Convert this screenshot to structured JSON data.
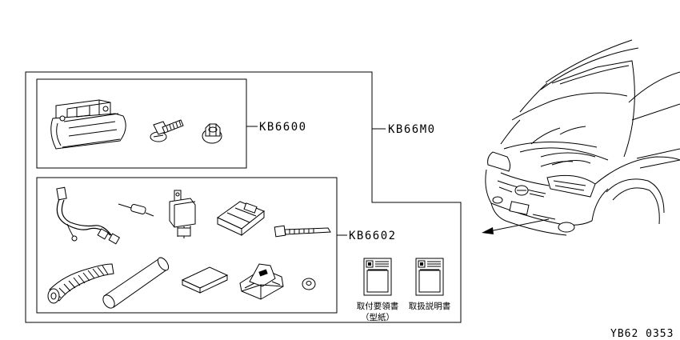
{
  "labels": {
    "kit": "KB66M0",
    "lamp_set": "KB6600",
    "harness_set": "KB6602",
    "doc_install": "取付要領書",
    "doc_template": "（型紙）",
    "doc_manual": "取扱説明書",
    "diagram_code": "YB62 0353"
  },
  "icons": {
    "lamp": "fog-lamp-icon",
    "bolt": "bolt-icon",
    "nut": "nut-icon",
    "harness": "wire-harness-icon",
    "fuse": "inline-fuse-icon",
    "relay": "relay-icon",
    "connector": "connector-icon",
    "tie": "cable-tie-icon",
    "corrugated_tube": "corrugated-tube-icon",
    "tube": "protective-tube-icon",
    "pad": "foam-pad-icon",
    "clip_base": "clip-base-icon",
    "washer": "washer-icon",
    "document": "document-icon",
    "vehicle": "vehicle-front-icon"
  }
}
